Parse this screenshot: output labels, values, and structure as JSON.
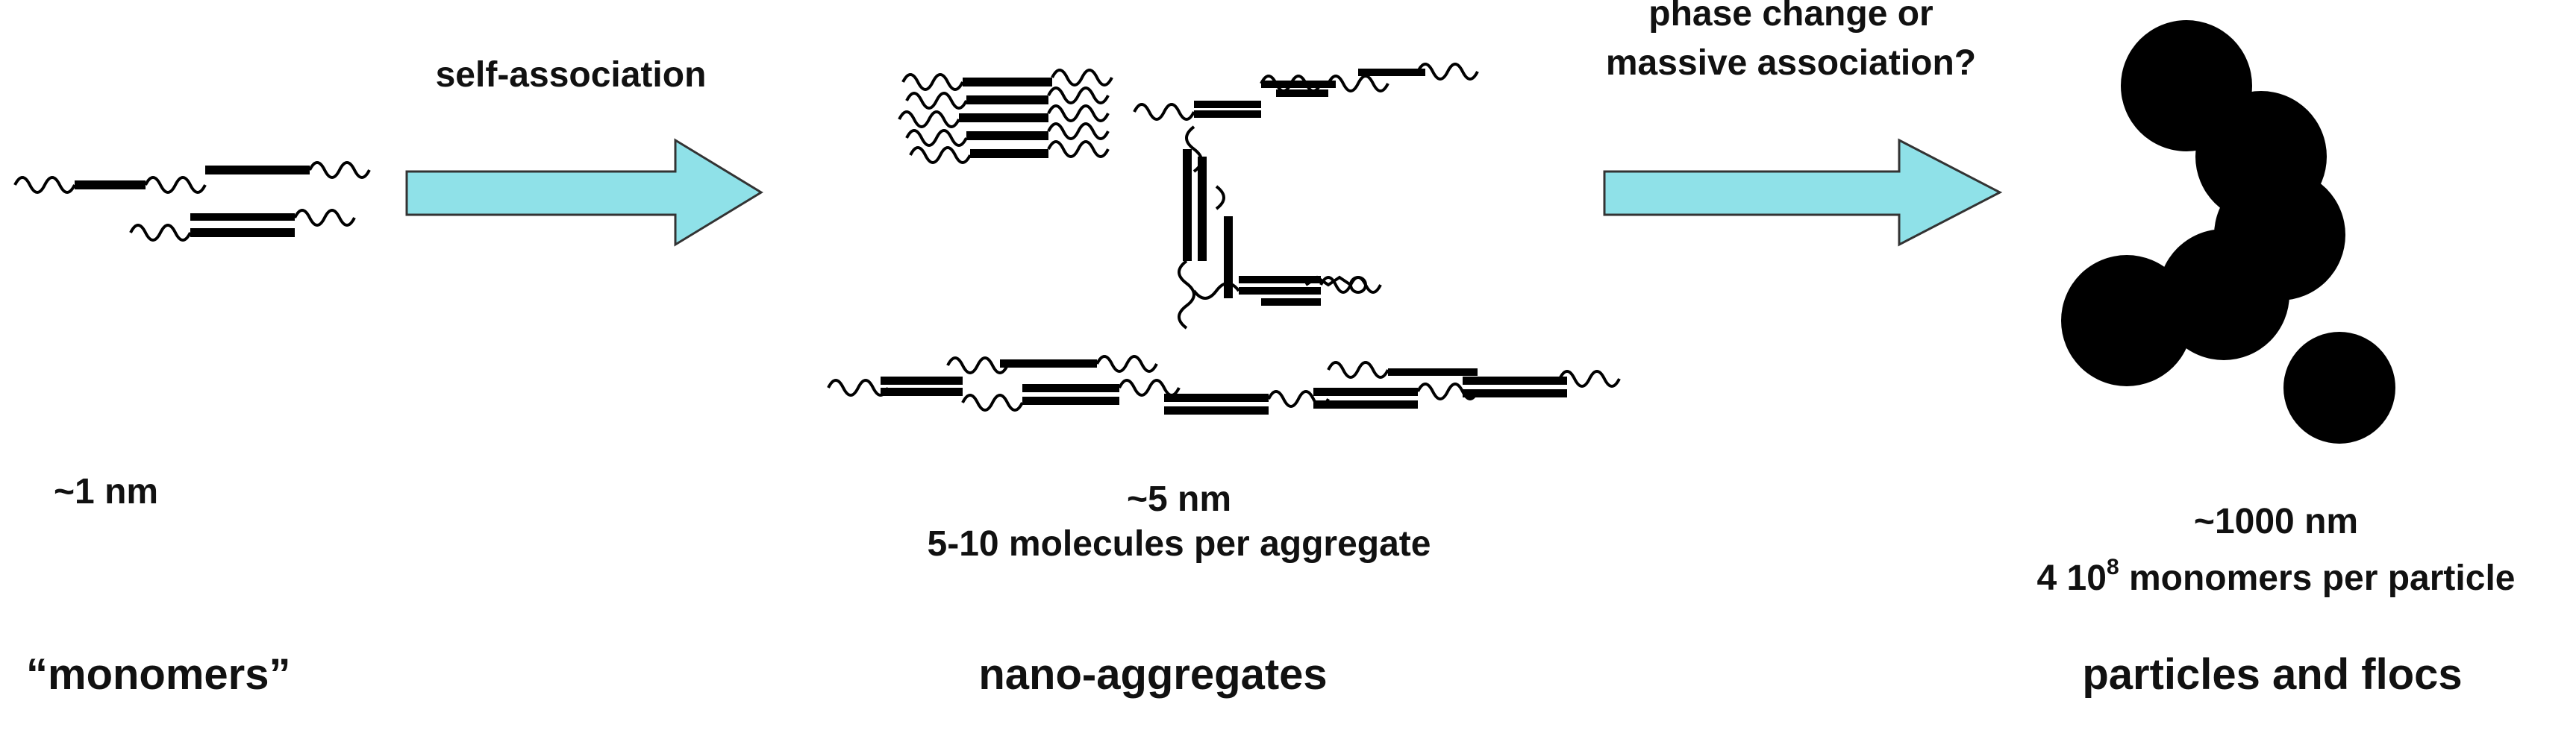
{
  "arrows": {
    "first": {
      "label": "self-association",
      "fill": "#8fe1e8"
    },
    "second": {
      "label_line1": "phase change or",
      "label_line2": "massive association?",
      "fill": "#8fe1e8"
    }
  },
  "stages": [
    {
      "category": "“monomers”",
      "size": "~1 nm"
    },
    {
      "category": "nano-aggregates",
      "size": "~5 nm",
      "detail": "5-10 molecules per aggregate"
    },
    {
      "category": "particles and flocs",
      "size": "~1000 nm",
      "detail_prefix": "4 10",
      "detail_exponent": "8",
      "detail_suffix": " monomers per particle"
    }
  ],
  "colors": {
    "ink": "#000000",
    "arrow_fill": "#8fe1e8",
    "background": "#ffffff"
  }
}
